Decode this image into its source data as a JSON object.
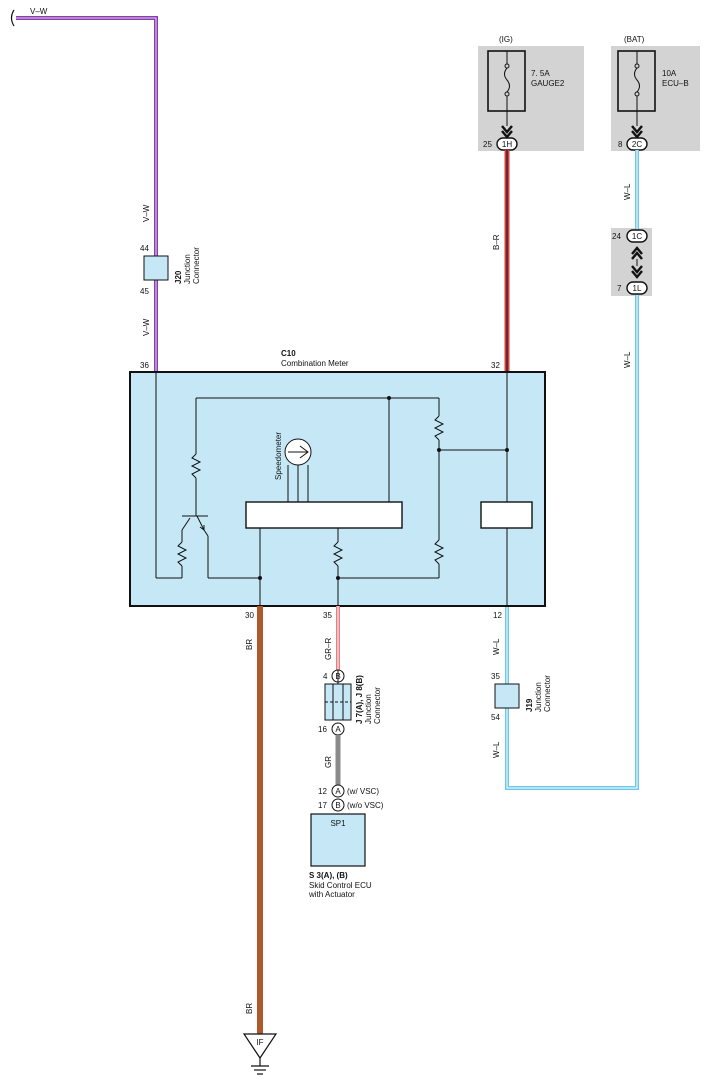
{
  "wires": {
    "top_left": "V–W",
    "j20_above": "V–W",
    "j20_below": "V–W",
    "br_upper": "BR",
    "br_lower": "BR",
    "gr_r": "GR–R",
    "gr": "GR",
    "wl_upper": "W–L",
    "wl_lower": "W–L",
    "br_red": "B–R",
    "wl_right_upper": "W–L",
    "wl_right_lower": "W–L"
  },
  "fuses": {
    "ig": {
      "group": "(IG)",
      "rating": "7. 5A",
      "name": "GAUGE2",
      "pin": "25",
      "connector": "1H"
    },
    "bat": {
      "group": "(BAT)",
      "rating": "10A",
      "name": "ECU–B",
      "pin": "8",
      "connector": "2C"
    }
  },
  "junction_block": {
    "pin_top": "24",
    "conn_top": "1C",
    "pin_bottom": "7",
    "conn_bottom": "1L"
  },
  "j20": {
    "code": "J20",
    "name_line1": "Junction",
    "name_line2": "Connector",
    "pin_in": "44",
    "pin_out": "45"
  },
  "meter": {
    "code": "C10",
    "name": "Combination Meter",
    "pin_in_left": "36",
    "pin_in_right": "32",
    "pin_out_br": "30",
    "pin_out_gr": "35",
    "pin_out_wl": "12",
    "speedometer": "Speedometer"
  },
  "j7j8": {
    "code": "J 7(A), J 8(B)",
    "name_line1": "Junction",
    "name_line2": "Connector",
    "pin_top": "4",
    "letter_top": "B",
    "pin_bottom": "16",
    "letter_bottom": "A"
  },
  "j19": {
    "code": "J19",
    "name_line1": "Junction",
    "name_line2": "Connector",
    "pin_top": "35",
    "pin_bottom": "54"
  },
  "skid": {
    "pin_a": "12",
    "letter_a": "A",
    "note_a": "(w/ VSC)",
    "pin_b": "17",
    "letter_b": "B",
    "note_b": "(w/o VSC)",
    "terminal": "SP1",
    "code": "S 3(A), (B)",
    "name_line1": "Skid Control ECU",
    "name_line2": "with Actuator"
  },
  "ground": {
    "label": "IF"
  },
  "colors": {
    "meter_fill": "#c6e8f6",
    "fuse_bg": "#d3d3d3",
    "violet": "#8a3fb0",
    "brown": "#b0582a",
    "red": "#d04040",
    "light_blue": "#6cc8e8",
    "gray": "#8a8a8a"
  }
}
